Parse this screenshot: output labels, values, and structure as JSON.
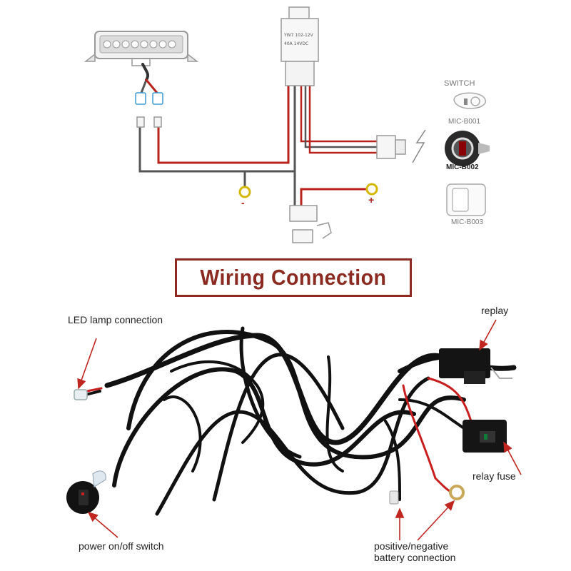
{
  "title": "Wiring Connection",
  "relay": {
    "line1": "YW7 102-12V",
    "line2": "40A  14VDC"
  },
  "switches": {
    "heading": "SWITCH",
    "items": [
      {
        "code": "MIC-B001"
      },
      {
        "code": "MIC-B002"
      },
      {
        "code": "MIC-B003"
      }
    ]
  },
  "terminals": {
    "negative": "-",
    "positive": "+"
  },
  "callouts": {
    "led_lamp": "LED lamp connection",
    "replay": "replay",
    "relay_fuse": "relay fuse",
    "power_switch": "power on/off switch",
    "battery_line1": "positive/negative",
    "battery_line2": "battery connection"
  },
  "colors": {
    "wire_red": "#b8231c",
    "wire_gray": "#555555",
    "banner_border": "#8e2a22",
    "banner_text": "#8a2a20",
    "arrow": "#c0261f",
    "terminal_ring": "#d4b800"
  }
}
